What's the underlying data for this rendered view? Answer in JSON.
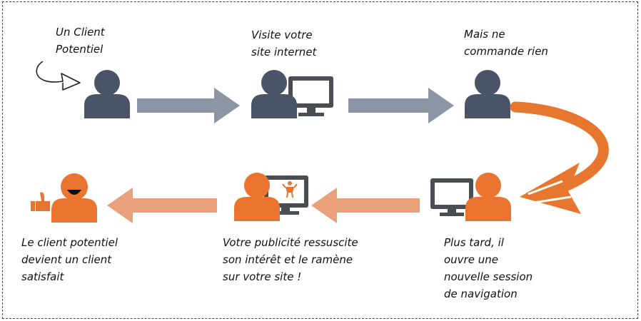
{
  "colors": {
    "person_dark": "#4a5467",
    "person_orange": "#e9732f",
    "arrow_gray": "#8c95a3",
    "arrow_peach": "#eaa07a",
    "monitor_dark": "#4a4d52",
    "curve_orange": "#e7762f"
  },
  "steps": [
    {
      "lines": [
        "Un Client",
        "Potentiel"
      ]
    },
    {
      "lines": [
        "Visite votre",
        "site internet"
      ]
    },
    {
      "lines": [
        "Mais ne",
        "commande rien"
      ]
    },
    {
      "lines": [
        "Plus tard, il",
        "ouvre une",
        "nouvelle session",
        "de navigation"
      ]
    },
    {
      "lines": [
        "Votre publicité ressuscite",
        "son intérêt et le ramène",
        "sur votre site !"
      ]
    },
    {
      "lines": [
        "Le client potentiel",
        "devient un client",
        "satisfait"
      ]
    }
  ]
}
